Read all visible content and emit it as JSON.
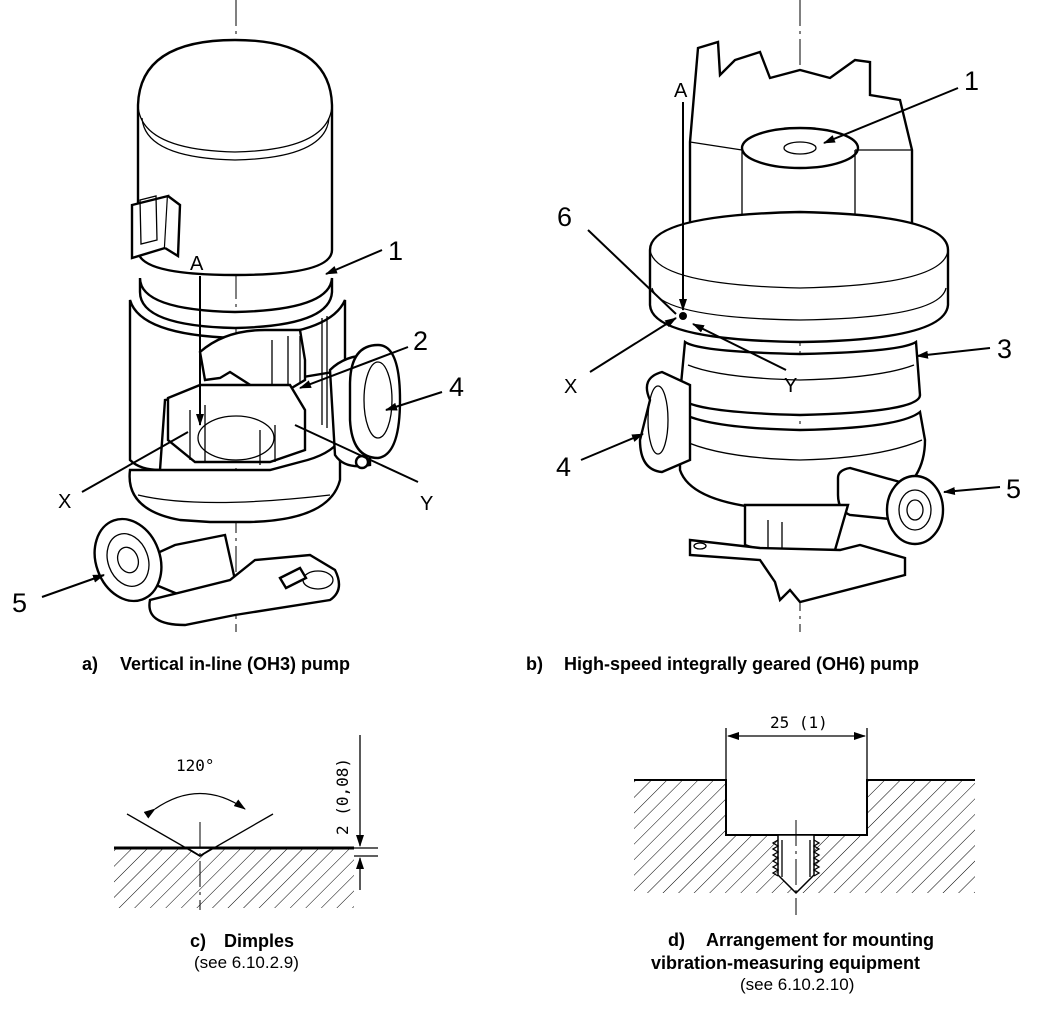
{
  "figure_a": {
    "caption_prefix": "a)",
    "caption": "Vertical in-line (OH3) pump",
    "callouts": {
      "c1": "1",
      "c2": "2",
      "c4": "4",
      "c5": "5"
    },
    "points": {
      "a": "A",
      "x": "X",
      "y": "Y"
    }
  },
  "figure_b": {
    "caption_prefix": "b)",
    "caption": "High-speed integrally geared (OH6) pump",
    "callouts": {
      "c1": "1",
      "c3": "3",
      "c4": "4",
      "c5": "5",
      "c6": "6"
    },
    "points": {
      "a": "A",
      "x": "X",
      "y": "Y"
    }
  },
  "figure_c": {
    "caption_prefix": "c)",
    "caption": "Dimples",
    "reference": "(see 6.10.2.9)",
    "angle_label": "120°",
    "depth_label": "2 (0,08)"
  },
  "figure_d": {
    "caption_prefix": "d)",
    "caption_line1": "Arrangement for mounting",
    "caption_line2": "vibration-measuring equipment",
    "reference": "(see 6.10.2.10)",
    "width_label": "25 (1)"
  }
}
